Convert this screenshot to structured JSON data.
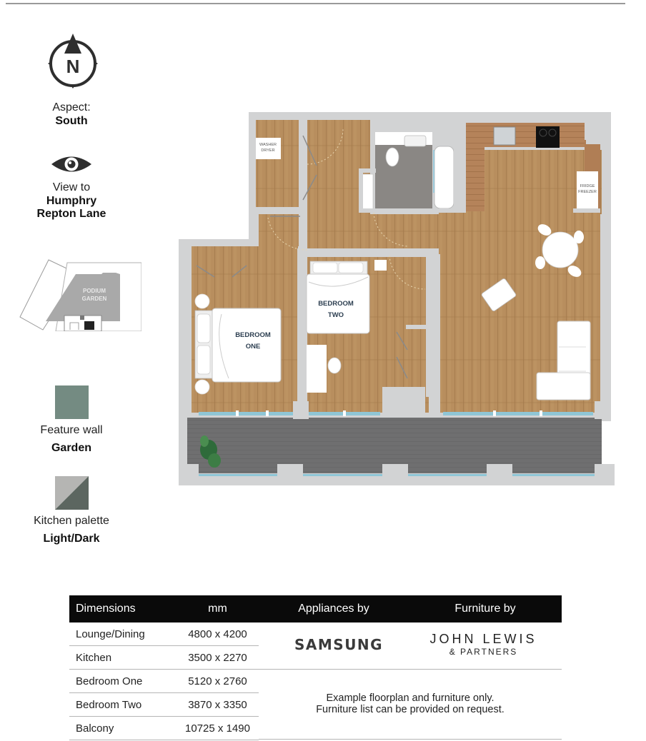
{
  "legend": {
    "compass": {
      "icon": "north-compass-icon",
      "letter": "N"
    },
    "aspect": {
      "label": "Aspect:",
      "value": "South"
    },
    "view": {
      "icon": "eye-icon",
      "label": "View to",
      "value_line1": "Humphry",
      "value_line2": "Repton Lane"
    },
    "keyplan": {
      "label_line1": "PODIUM",
      "label_line2": "GARDEN"
    },
    "feature_wall": {
      "label": "Feature wall",
      "value": "Garden",
      "color": "#748b82"
    },
    "kitchen_palette": {
      "label": "Kitchen palette",
      "value": "Light/Dark",
      "light_color": "#b5b5b3",
      "dark_color": "#5c6660"
    }
  },
  "floorplan": {
    "rooms": {
      "bedroom_one": {
        "line1": "BEDROOM",
        "line2": "ONE"
      },
      "bedroom_two": {
        "line1": "BEDROOM",
        "line2": "TWO"
      }
    },
    "appliances": {
      "washer_dryer": {
        "line1": "WASHER",
        "line2": "DRYER"
      },
      "fridge_freezer": {
        "line1": "FRIDGE",
        "line2": "FREEZER"
      }
    },
    "colors": {
      "floor": "#b88e5e",
      "wall": "#d2d3d4",
      "balcony": "#6f6f70",
      "glass": "#8fc6d6",
      "bathroom": "#8a8784"
    }
  },
  "table": {
    "headers": {
      "dimensions": "Dimensions",
      "mm": "mm",
      "appliances": "Appliances by",
      "furniture": "Furniture by"
    },
    "rows": [
      {
        "room": "Lounge/Dining",
        "size": "4800 x 4200"
      },
      {
        "room": "Kitchen",
        "size": "3500 x 2270"
      },
      {
        "room": "Bedroom One",
        "size": "5120 x 2760"
      },
      {
        "room": "Bedroom Two",
        "size": "3870 x 3350"
      },
      {
        "room": "Balcony",
        "size": "10725 x 1490"
      }
    ],
    "appliances_brand": "SAMSUNG",
    "furniture_brand": {
      "main": "JOHN LEWIS",
      "sub": "& PARTNERS"
    },
    "disclaimer": {
      "line1": "Example floorplan and furniture only.",
      "line2": "Furniture list can be provided on request."
    }
  }
}
